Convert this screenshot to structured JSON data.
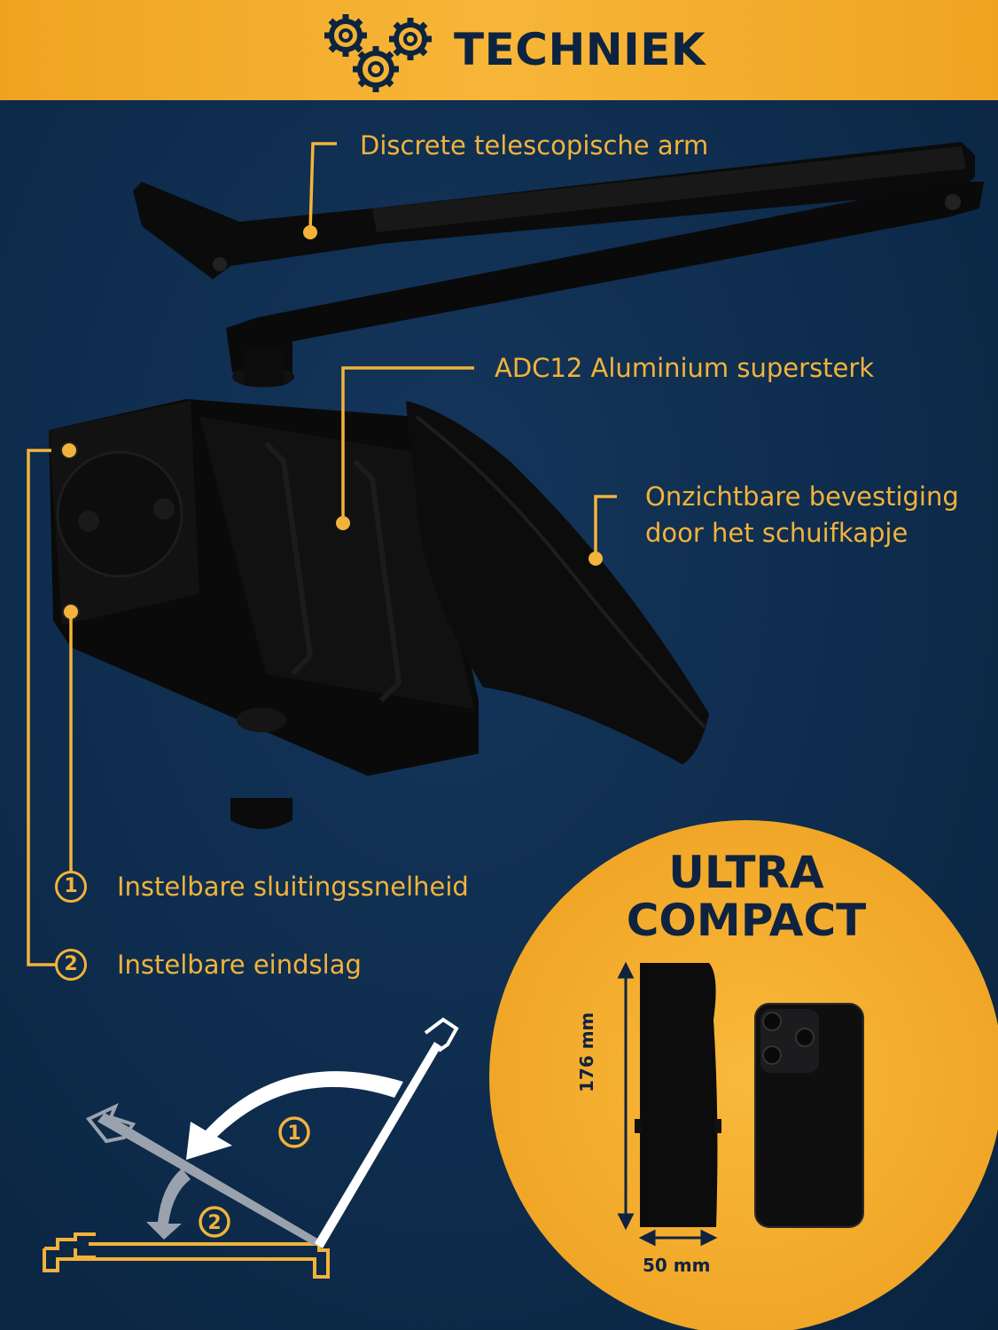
{
  "header": {
    "title": "TECHNIEK",
    "icon": "gears-icon"
  },
  "callouts": {
    "arm": "Discrete telescopische arm",
    "aluminium": "ADC12 Aluminium supersterk",
    "mounting_line1": "Onzichtbare bevestiging",
    "mounting_line2": "door het schuifkapje"
  },
  "adjustments": [
    {
      "number": "1",
      "label": "Instelbare sluitingssnelheid"
    },
    {
      "number": "2",
      "label": "Instelbare eindslag"
    }
  ],
  "compact": {
    "title_line1": "ULTRA",
    "title_line2": "COMPACT",
    "height": "176 mm",
    "width": "50 mm"
  },
  "diagram": {
    "step1": "1",
    "step2": "2"
  },
  "colors": {
    "background": "#0e2c4d",
    "accent": "#f3b33a",
    "header": "#f7b638",
    "text_dark": "#0d2440"
  }
}
